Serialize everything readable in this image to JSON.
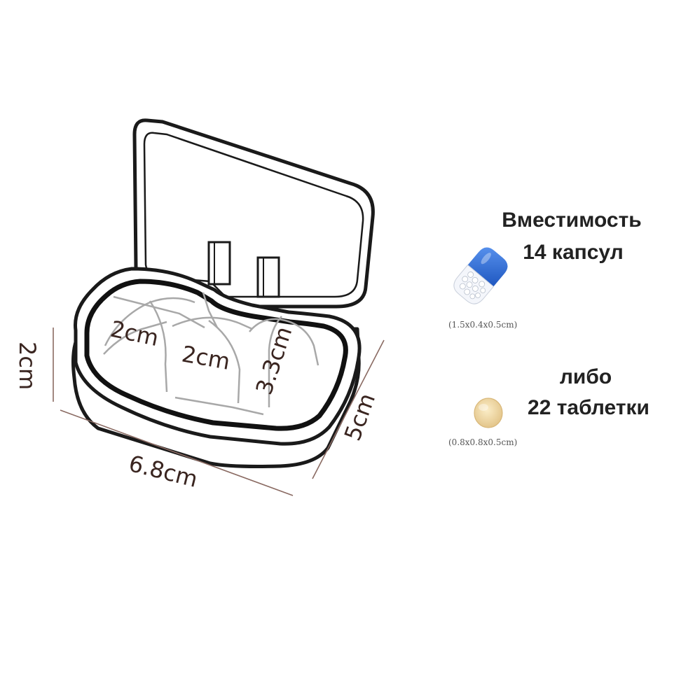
{
  "dimensions": {
    "height": "2cm",
    "length": "6.8cm",
    "width": "5cm",
    "compartment_1": "2cm",
    "compartment_2": "2cm",
    "compartment_3": "3.3cm"
  },
  "capacity": {
    "title_line1": "Вместимость",
    "title_line2": "14 капсул",
    "capsule_size": "(1.5x0.4x0.5cm)",
    "alt_line1": "либо",
    "alt_line2": "22 таблетки",
    "tablet_size": "(0.8x0.8x0.5cm)"
  },
  "colors": {
    "outline": "#1a1a1a",
    "thin_line": "#a8a8a8",
    "dimension_text": "#3a2520",
    "capsule_blue": "#2f6fd6",
    "tablet_yellow": "#efd9a6"
  },
  "icons": [
    "capsule-icon",
    "tablet-icon"
  ]
}
